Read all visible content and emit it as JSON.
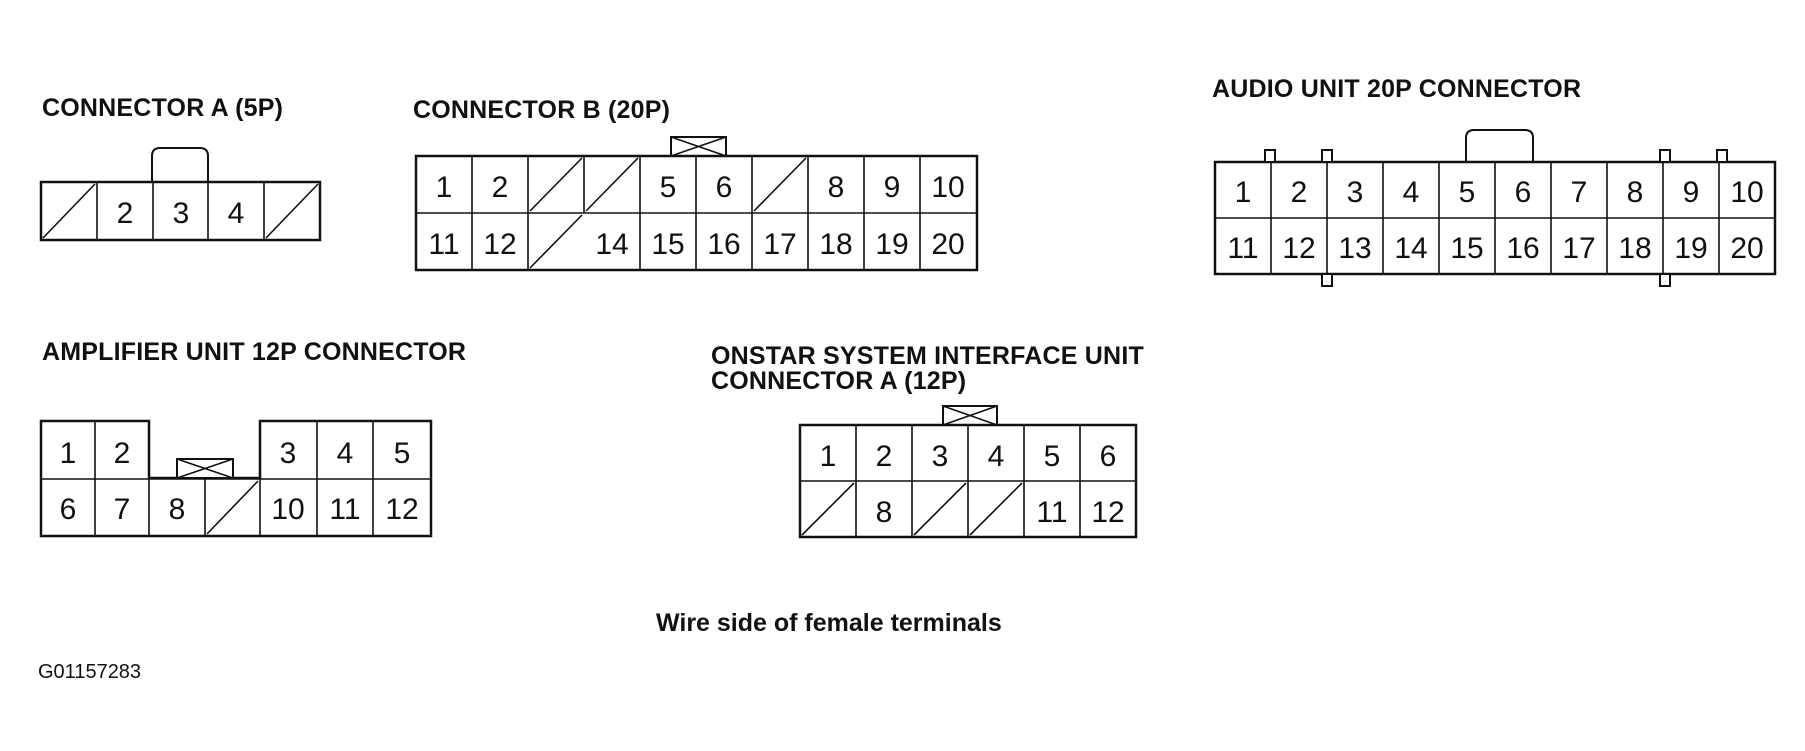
{
  "connectors": {
    "a": {
      "title": "CONNECTOR A (5P)",
      "rows": [
        [
          "",
          "2",
          "3",
          "4",
          ""
        ]
      ]
    },
    "b": {
      "title": "CONNECTOR B (20P)",
      "rows": [
        [
          "1",
          "2",
          "",
          "",
          "5",
          "6",
          "",
          "8",
          "9",
          "10"
        ],
        [
          "11",
          "12",
          "",
          "14",
          "15",
          "16",
          "17",
          "18",
          "19",
          "20"
        ]
      ]
    },
    "audio": {
      "title": "AUDIO UNIT 20P CONNECTOR",
      "rows": [
        [
          "1",
          "2",
          "3",
          "4",
          "5",
          "6",
          "7",
          "8",
          "9",
          "10"
        ],
        [
          "11",
          "12",
          "13",
          "14",
          "15",
          "16",
          "17",
          "18",
          "19",
          "20"
        ]
      ]
    },
    "amp": {
      "title": "AMPLIFIER UNIT 12P CONNECTOR",
      "rows": [
        [
          "1",
          "2",
          "3",
          "4",
          "5"
        ],
        [
          "6",
          "7",
          "8",
          "",
          "10",
          "11",
          "12"
        ]
      ]
    },
    "onstar": {
      "title_line1": "ONSTAR SYSTEM INTERFACE UNIT",
      "title_line2": "CONNECTOR A (12P)",
      "rows": [
        [
          "1",
          "2",
          "3",
          "4",
          "5",
          "6"
        ],
        [
          "",
          "8",
          "",
          "",
          "11",
          "12"
        ]
      ]
    }
  },
  "caption": "Wire side of female terminals",
  "figure_code": "G01157283"
}
